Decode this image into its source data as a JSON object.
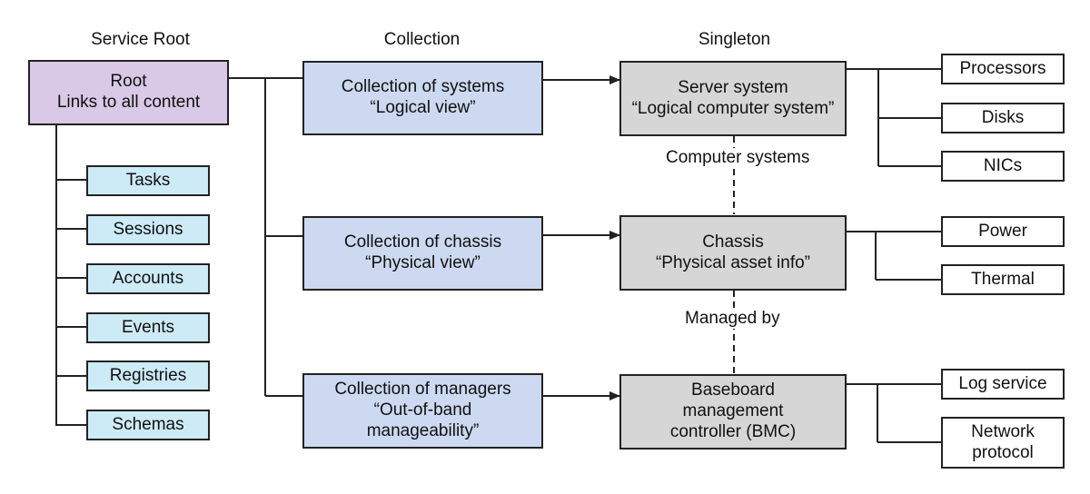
{
  "headers": {
    "service_root": "Service Root",
    "collection": "Collection",
    "singleton": "Singleton"
  },
  "root": {
    "line1": "Root",
    "line2": "Links to all content"
  },
  "root_children": [
    "Tasks",
    "Sessions",
    "Accounts",
    "Events",
    "Registries",
    "Schemas"
  ],
  "collections": {
    "systems": {
      "line1": "Collection of systems",
      "line2": "“Logical view”"
    },
    "chassis": {
      "line1": "Collection of chassis",
      "line2": "“Physical view”"
    },
    "managers": {
      "line1": "Collection of managers",
      "line2": "“Out-of-band",
      "line3": "manageability”"
    }
  },
  "singletons": {
    "server": {
      "line1": "Server system",
      "line2": "“Logical computer system”"
    },
    "chassis": {
      "line1": "Chassis",
      "line2": "“Physical asset info”"
    },
    "bmc": {
      "line1": "Baseboard",
      "line2": "management",
      "line3": "controller (BMC)"
    }
  },
  "server_resources": [
    "Processors",
    "Disks",
    "NICs"
  ],
  "chassis_resources": [
    "Power",
    "Thermal"
  ],
  "bmc_resources": {
    "log_service": "Log service",
    "network_protocol_line1": "Network",
    "network_protocol_line2": "protocol"
  },
  "relations": {
    "computer_systems": "Computer systems",
    "managed_by": "Managed by"
  },
  "colors": {
    "root_fill": "#d9c8e6",
    "collection_fill": "#ccd9f0",
    "singleton_fill": "#d6d6d6",
    "child_fill": "#ccebf7",
    "resource_fill": "#ffffff",
    "line": "#222222"
  }
}
